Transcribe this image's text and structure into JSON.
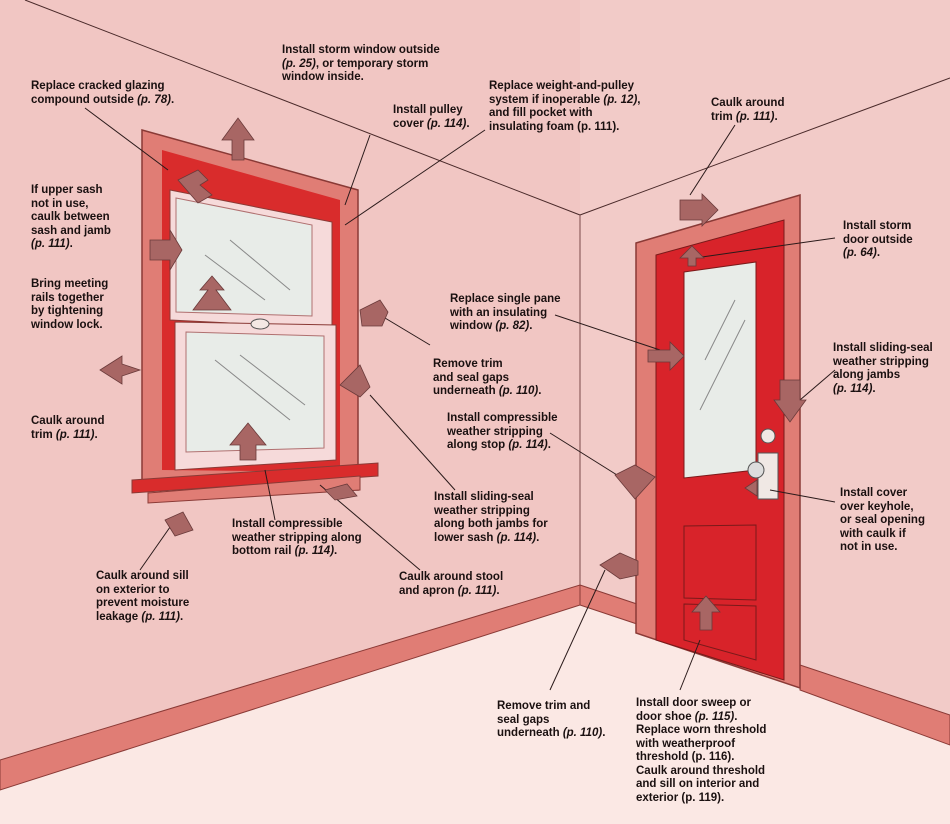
{
  "colors": {
    "wall": "#f1c6c3",
    "wall_light": "#f4d2cf",
    "floor": "#fbe8e4",
    "trim": "#e07d75",
    "trim_dark": "#c24a44",
    "sash_red": "#d92c2c",
    "door_red": "#d8232a",
    "glass": "#e8ece8",
    "arrow": "#a86664",
    "leader": "#2a1a1a"
  },
  "callouts": [
    {
      "id": "storm-window",
      "text": "Install storm window outside\n",
      "page": "(p. 25)",
      "tail": ", or temporary storm\nwindow inside."
    },
    {
      "id": "glazing",
      "text": "Replace cracked glazing\ncompound outside ",
      "page": "(p. 78)",
      "tail": "."
    },
    {
      "id": "pulley-cover",
      "text": "Install pulley\ncover ",
      "page": "(p. 114)",
      "tail": "."
    },
    {
      "id": "weight-pulley",
      "text": "Replace weight-and-pulley\nsystem if inoperable ",
      "page": "(p. 12)",
      "tail": ",\nand fill pocket with\ninsulating foam (p. 111)."
    },
    {
      "id": "caulk-door-trim",
      "text": "Caulk around\ntrim ",
      "page": "(p. 111)",
      "tail": "."
    },
    {
      "id": "upper-sash",
      "text": "If upper sash\nnot in use,\ncaulk between\nsash and jamb\n",
      "page": "(p. 111)",
      "tail": "."
    },
    {
      "id": "storm-door",
      "text": "Install storm\ndoor outside\n",
      "page": "(p. 64)",
      "tail": "."
    },
    {
      "id": "meeting-rails",
      "text": "Bring meeting\nrails together\nby tightening\nwindow lock.",
      "page": "",
      "tail": ""
    },
    {
      "id": "single-pane",
      "text": "Replace single pane\nwith an insulating\nwindow ",
      "page": "(p. 82)",
      "tail": "."
    },
    {
      "id": "sliding-seal-door",
      "text": "Install sliding-seal\nweather stripping\nalong jambs\n",
      "page": "(p. 114)",
      "tail": "."
    },
    {
      "id": "remove-trim-window",
      "text": "Remove trim\nand seal gaps\nunderneath ",
      "page": "(p. 110)",
      "tail": "."
    },
    {
      "id": "caulk-window-trim",
      "text": "Caulk around\ntrim ",
      "page": "(p. 111)",
      "tail": "."
    },
    {
      "id": "compressible-stop",
      "text": "Install compressible\nweather stripping\nalong stop ",
      "page": "(p. 114)",
      "tail": "."
    },
    {
      "id": "keyhole",
      "text": "Install cover\nover keyhole,\nor seal opening\nwith caulk if\nnot in use.",
      "page": "",
      "tail": ""
    },
    {
      "id": "sliding-seal-sash",
      "text": "Install sliding-seal\nweather stripping\nalong both jambs for\nlower sash ",
      "page": "(p. 114)",
      "tail": "."
    },
    {
      "id": "compressible-bottom",
      "text": "Install compressible\nweather stripping along\nbottom rail ",
      "page": "(p. 114)",
      "tail": "."
    },
    {
      "id": "caulk-sill",
      "text": "Caulk around sill\non exterior to\nprevent moisture\nleakage ",
      "page": "(p. 111)",
      "tail": "."
    },
    {
      "id": "caulk-stool",
      "text": "Caulk around stool\nand apron ",
      "page": "(p. 111)",
      "tail": "."
    },
    {
      "id": "remove-trim-base",
      "text": "Remove trim and\nseal gaps\nunderneath ",
      "page": "(p. 110)",
      "tail": "."
    },
    {
      "id": "door-sweep",
      "text": "Install door sweep or\ndoor shoe ",
      "page": "(p. 115)",
      "tail": ".\nReplace worn threshold\nwith weatherproof\nthreshold (p. 116).\nCaulk around threshold\nand sill on interior and\nexterior (p. 119)."
    }
  ]
}
